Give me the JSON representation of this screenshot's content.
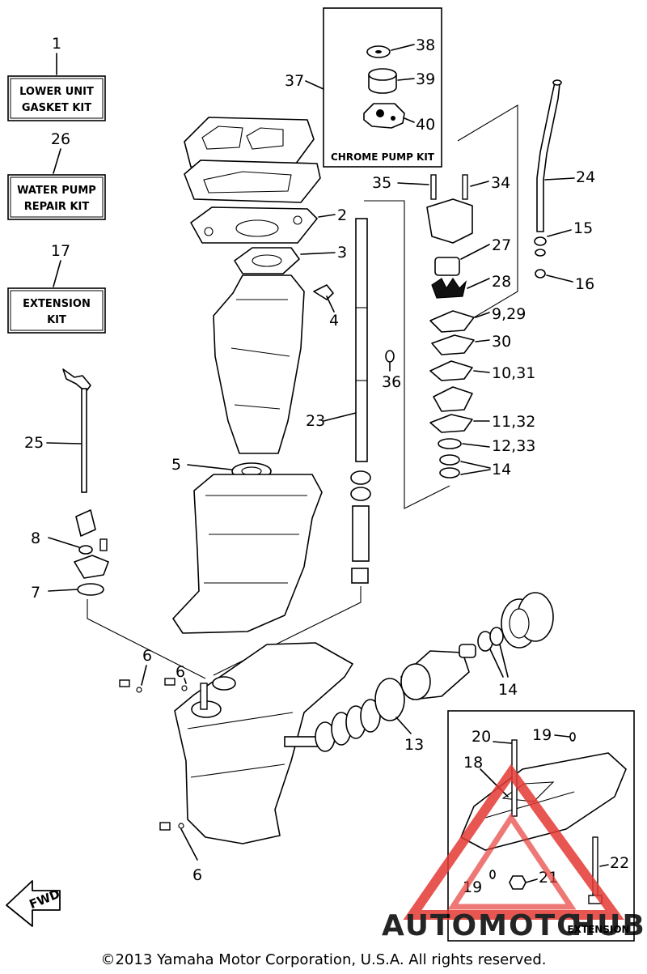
{
  "kits": [
    {
      "ref": "1",
      "line1": "LOWER UNIT",
      "line2": "GASKET KIT"
    },
    {
      "ref": "26",
      "line1": "WATER PUMP",
      "line2": "REPAIR KIT"
    },
    {
      "ref": "17",
      "line1": "EXTENSION",
      "line2": "KIT"
    }
  ],
  "chrome_pump_kit": {
    "ref": "37",
    "label": "CHROME PUMP KIT",
    "items": [
      "38",
      "39",
      "40"
    ]
  },
  "callouts": {
    "c2": "2",
    "c3": "3",
    "c4": "4",
    "c5": "5",
    "c6a": "6",
    "c6b": "6",
    "c6c": "6",
    "c7": "7",
    "c8": "8",
    "c9_29": "9,29",
    "c10_31": "10,31",
    "c11_32": "11,32",
    "c12_33": "12,33",
    "c13": "13",
    "c14a": "14",
    "c14b": "14",
    "c15": "15",
    "c16": "16",
    "c18": "18",
    "c19a": "19",
    "c19b": "19",
    "c20": "20",
    "c21": "21",
    "c22": "22",
    "c23": "23",
    "c24": "24",
    "c25": "25",
    "c27": "27",
    "c28": "28",
    "c30": "30",
    "c34": "34",
    "c35": "35",
    "c36": "36"
  },
  "extension_box": {
    "label": "EXTENSION"
  },
  "fwd_arrow": {
    "label": "FWD"
  },
  "watermark": {
    "text_a": "AUTOMOTO",
    "text_b": "HUB",
    "color_a": "#f5a623",
    "color_b": "#8a8a8a",
    "triangle_color": "#e53935"
  },
  "footer": {
    "copyright": "©2013 Yamaha Motor Corporation, U.S.A. All rights reserved."
  }
}
